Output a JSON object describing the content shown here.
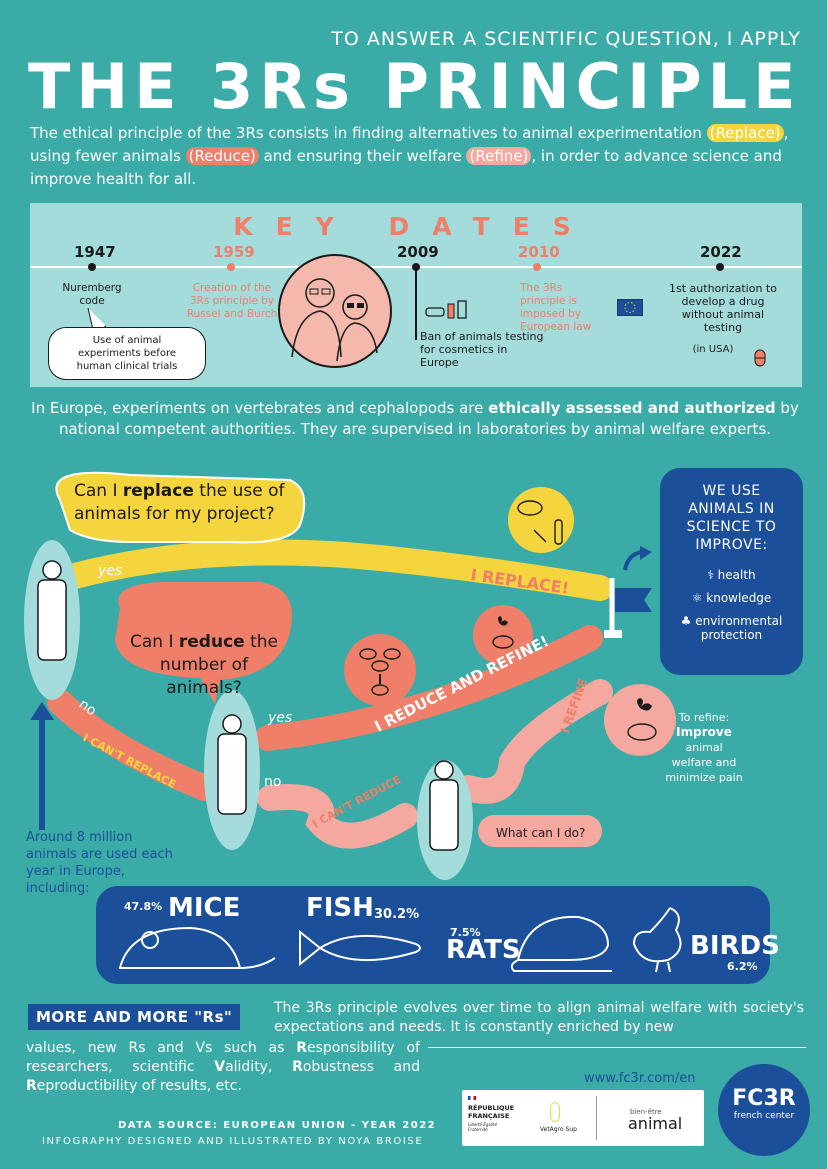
{
  "header": {
    "kicker": "TO ANSWER A SCIENTIFIC QUESTION, I APPLY",
    "title": "THE 3Rs PRINCIPLE"
  },
  "intro": {
    "part1": "The ethical principle of the 3Rs consists in finding alternatives to animal experimentation ",
    "replace": "(Replace)",
    "part2": ", using fewer animals ",
    "reduce": "(Reduce)",
    "part3": " and ensuring their welfare ",
    "refine": "(Refine)",
    "part4": ", in order to advance science and improve health for all."
  },
  "key_dates": {
    "heading": "KEY DATES",
    "items": [
      {
        "year": "1947",
        "text": "Nuremberg code",
        "bubble": "Use of animal experiments before human clinical trials"
      },
      {
        "year": "1959",
        "text": "Creation of the 3Rs principle by Russel and Burch"
      },
      {
        "year": "2009",
        "text": "Ban of animals testing for cosmetics in Europe"
      },
      {
        "year": "2010",
        "text": "The 3Rs principle is imposed by European law"
      },
      {
        "year": "2022",
        "text": "1st authorization to develop a drug without animal testing",
        "note": "(in USA)"
      }
    ]
  },
  "europe": {
    "part1": "In Europe, experiments on vertebrates and cephalopods are ",
    "bold": "ethically assessed and authorized",
    "part2": " by national competent authorities. They are supervised in laboratories by animal welfare experts."
  },
  "flow": {
    "q_replace_pre": "Can I ",
    "q_replace_bold": "replace",
    "q_replace_post": " the use of animals for my project?",
    "q_reduce_pre": "Can I ",
    "q_reduce_bold": "reduce",
    "q_reduce_post": " the number of animals?",
    "q_what": "What can I do?",
    "yes": "yes",
    "no": "no",
    "i_replace": "I REPLACE!",
    "i_reduce_refine": "I REDUCE AND REFINE!",
    "i_refine": "I REFINE",
    "cant_replace": "I CAN'T REPLACE",
    "cant_reduce": "I CAN'T REDUCE",
    "refine_label": "To refine:",
    "refine_bold": "Improve",
    "refine_rest": "animal welfare and minimize pain",
    "count_text": "Around 8 million animals are used each year in Europe, including:"
  },
  "we_use": {
    "heading": "WE USE ANIMALS IN SCIENCE TO IMPROVE:",
    "items": [
      {
        "icon": "stethoscope-icon",
        "label": "health"
      },
      {
        "icon": "atom-icon",
        "label": "knowledge"
      },
      {
        "icon": "sprout-icon",
        "label": "environmental protection"
      }
    ]
  },
  "animals": [
    {
      "name": "MICE",
      "pct": "47.8%"
    },
    {
      "name": "FISH",
      "pct": "30.2%"
    },
    {
      "name": "RATS",
      "pct": "7.5%"
    },
    {
      "name": "BIRDS",
      "pct": "6.2%"
    }
  ],
  "more": {
    "badge": "MORE AND MORE \"Rs\"",
    "line1": "The 3Rs principle evolves over time to align animal welfare with society's expectations and needs. It is constantly enriched by new",
    "line2_pre": "values, new Rs and Vs such as ",
    "b_r1": "R",
    "t_r1": "esponsibility of researchers, scientific ",
    "b_v": "V",
    "t_v": "alidity, ",
    "b_r2": "R",
    "t_r2": "obustness and ",
    "b_r3": "R",
    "t_r3": "eproductibility of results, etc."
  },
  "footer": {
    "url": "www.fc3r.com/en",
    "source": "DATA SOURCE: EUROPEAN UNION - YEAR 2022",
    "credit": "INFOGRAPHY DESIGNED AND ILLUSTRATED BY NOYA BROISE",
    "logo_rf_line1": "RÉPUBLIQUE",
    "logo_rf_line2": "FRANÇAISE",
    "logo_rf_motto": "Liberté Égalité Fraternité",
    "logo_vetagro": "VetAgro Sup",
    "logo_bea_small": "bien-être",
    "logo_bea_big": "animal",
    "fc3r_main": "FC3R",
    "fc3r_sub": "french center"
  },
  "colors": {
    "background": "#3aaba6",
    "navy": "#1b4f9a",
    "yellow": "#f5d53d",
    "coral": "#ef7f68",
    "pink": "#f4a8a0",
    "light_teal": "#a4dcdb"
  }
}
